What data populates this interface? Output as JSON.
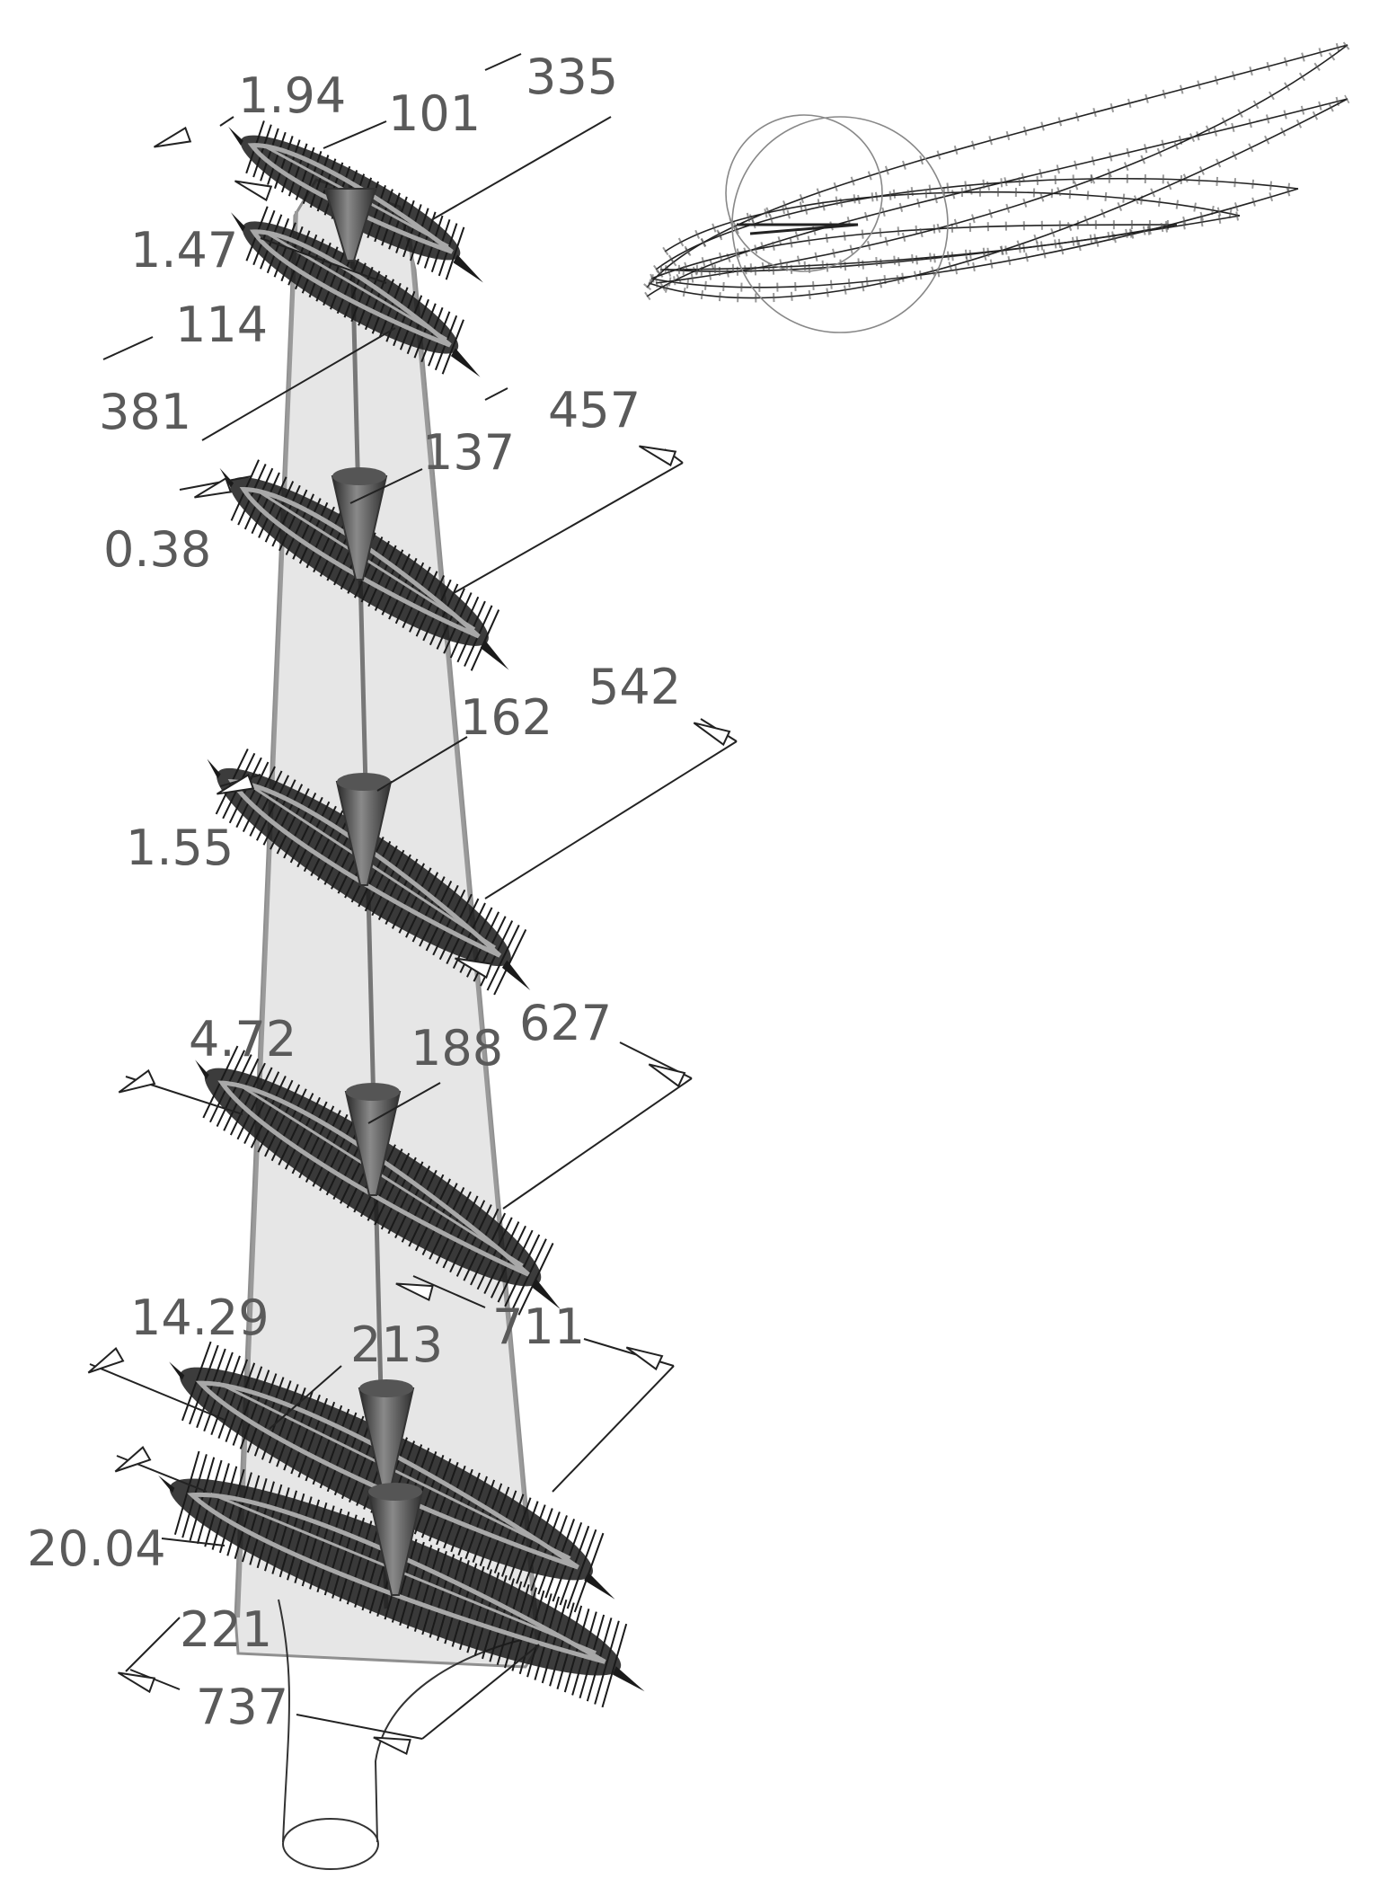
{
  "diagram": {
    "colors": {
      "label": "#5a5a5a",
      "blade_fill": "#e6e6e6",
      "blade_edge": "#8f8f8f",
      "section_dark": "#1a1a1a",
      "section_outline": "#a8a8a8",
      "leader": "#222222",
      "cone": "#4a4a4a"
    },
    "sections": [
      {
        "twist": "1.94",
        "position": "101",
        "chord": "335"
      },
      {
        "twist": "1.47",
        "position": "114",
        "chord": "381"
      },
      {
        "twist": "0.38",
        "position": "137",
        "chord": "457"
      },
      {
        "twist": "1.55",
        "position": "162",
        "chord": "542"
      },
      {
        "twist": "4.72",
        "position": "188",
        "chord": "627"
      },
      {
        "twist": "14.29",
        "position": "213",
        "chord": "711"
      },
      {
        "twist": "20.04",
        "position": "221",
        "chord": "737"
      }
    ]
  }
}
